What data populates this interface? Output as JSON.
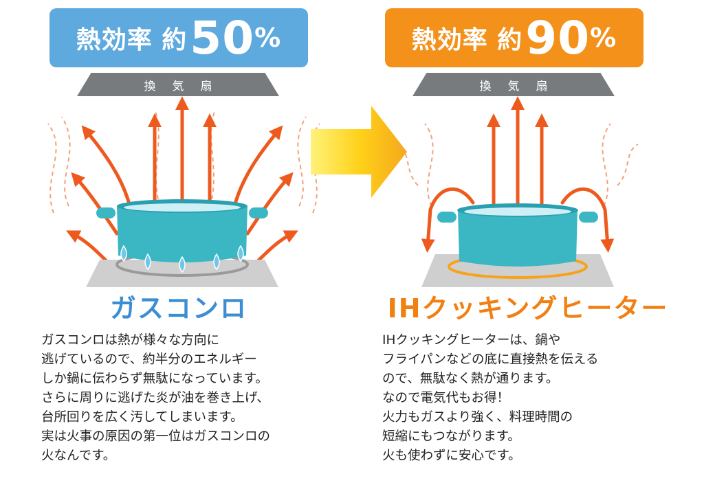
{
  "gas": {
    "badge_prefix": "熱効率 約",
    "badge_number": "50",
    "badge_unit": "%",
    "hood_label": "換気扇",
    "title": "ガスコンロ",
    "description_lines": [
      "ガスコンロは熱が様々な方向に",
      "逃げているので、約半分のエネルギー",
      "しか鍋に伝わらず無駄になっています。",
      "さらに周りに逃げた炎が油を巻き上げ、",
      "台所回りを広く汚してしまいます。",
      "実は火事の原因の第一位はガスコンロの",
      "火なんです。"
    ]
  },
  "ih": {
    "badge_prefix": "熱効率 約",
    "badge_number": "90",
    "badge_unit": "%",
    "hood_label": "換気扇",
    "title": "IHクッキングヒーター",
    "description_lines": [
      "IHクッキングヒーターは、鍋や",
      "フライパンなどの底に直接熱を伝える",
      "ので、無駄なく熱が通ります。",
      "なので電気代もお得！",
      "火力もガスより強く、料理時間の",
      "短縮にもつながります。",
      "火も使わずに安心です。"
    ]
  },
  "colors": {
    "gas_blue": "#5ea9de",
    "ih_orange": "#f3911a",
    "heat_arrow": "#ee5a1e",
    "pot": "#3bb7c4",
    "hood_gray": "#777b7e",
    "stove_gray": "#cfcfcf"
  }
}
